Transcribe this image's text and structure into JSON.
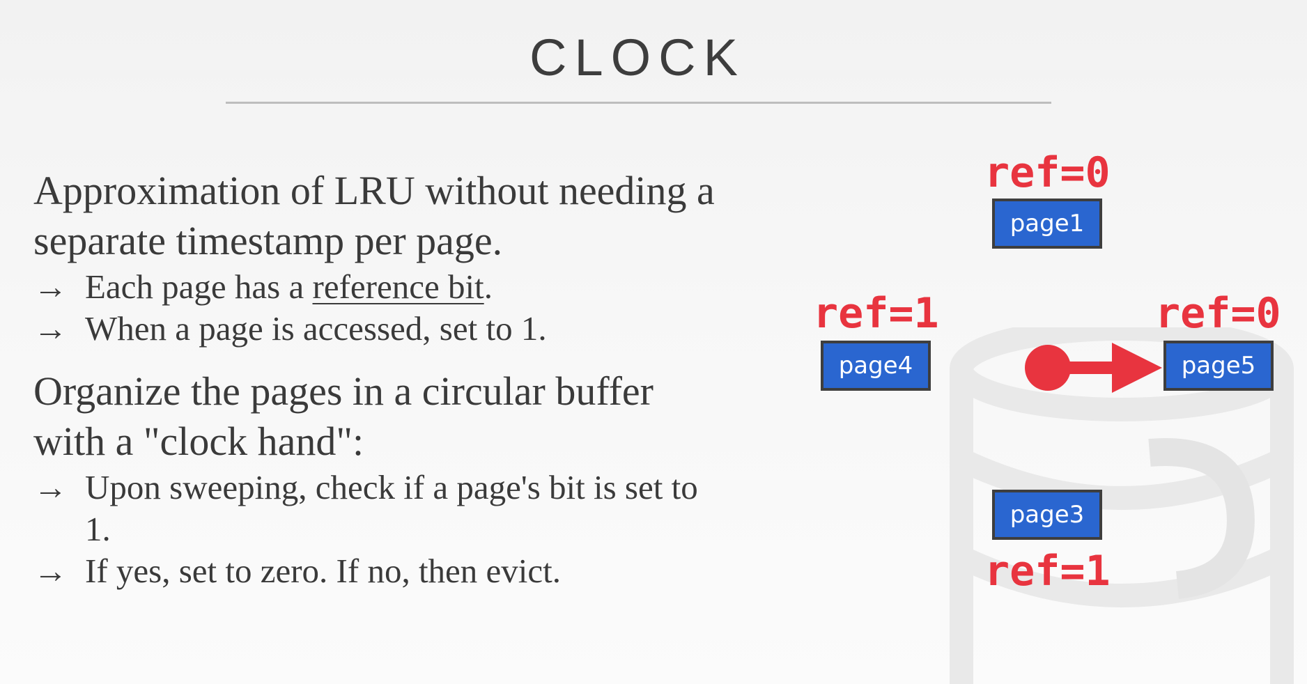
{
  "slide": {
    "title": "CLOCK",
    "bullets": [
      {
        "text": "Approximation of LRU without needing a separate timestamp per page.",
        "sub_items": [
          {
            "arrow": "→",
            "before": "Each page has a ",
            "underlined": "reference bit",
            "after": "."
          },
          {
            "arrow": "→",
            "text": "When a page is accessed, set to 1."
          }
        ]
      },
      {
        "text": "Organize the pages in a circular buffer with a \"clock hand\":",
        "sub_items": [
          {
            "arrow": "→",
            "text": "Upon sweeping, check if a page's bit is set to 1."
          },
          {
            "arrow": "→",
            "text": "If yes, set to zero. If no, then evict."
          }
        ]
      }
    ]
  },
  "diagram": {
    "pages": [
      {
        "label": "page1",
        "ref": "ref=0"
      },
      {
        "label": "page4",
        "ref": "ref=1"
      },
      {
        "label": "page5",
        "ref": "ref=0"
      },
      {
        "label": "page3",
        "ref": "ref=1"
      }
    ],
    "clock_hand_points_to": "page5"
  },
  "colors": {
    "page_fill": "#2a66d0",
    "page_border": "#3e3e3e",
    "ref_text": "#e8343f",
    "clock_hand": "#e8343f",
    "body_text": "#3a3a3a"
  }
}
